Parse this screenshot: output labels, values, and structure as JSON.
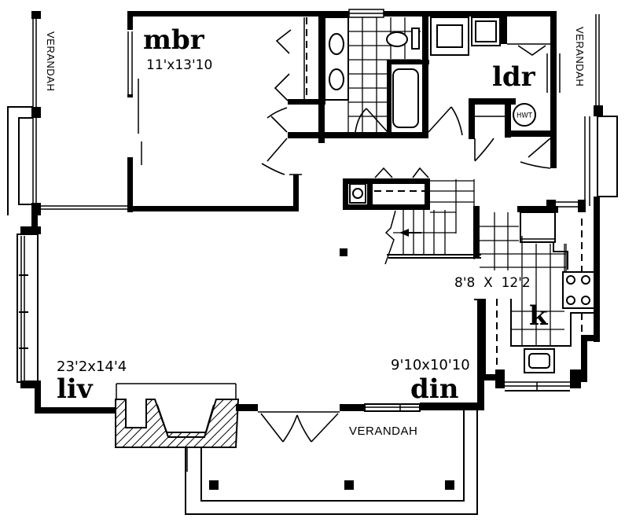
{
  "plan": {
    "type": "floor-plan",
    "line_color": "#000000",
    "background": "#ffffff"
  },
  "rooms": {
    "master_bedroom": {
      "name": "mbr",
      "dimensions": "11'x13'10"
    },
    "laundry": {
      "name": "ldr",
      "fixture": "HWT"
    },
    "kitchen": {
      "name": "k",
      "dimensions": "8'8  X  12'2"
    },
    "living": {
      "name": "liv",
      "dimensions": "23'2x14'4"
    },
    "dining": {
      "name": "din",
      "dimensions": "9'10x10'10"
    }
  },
  "verandahs": {
    "left": "VERANDAH",
    "right": "VERANDAH",
    "front": "VERANDAH"
  }
}
